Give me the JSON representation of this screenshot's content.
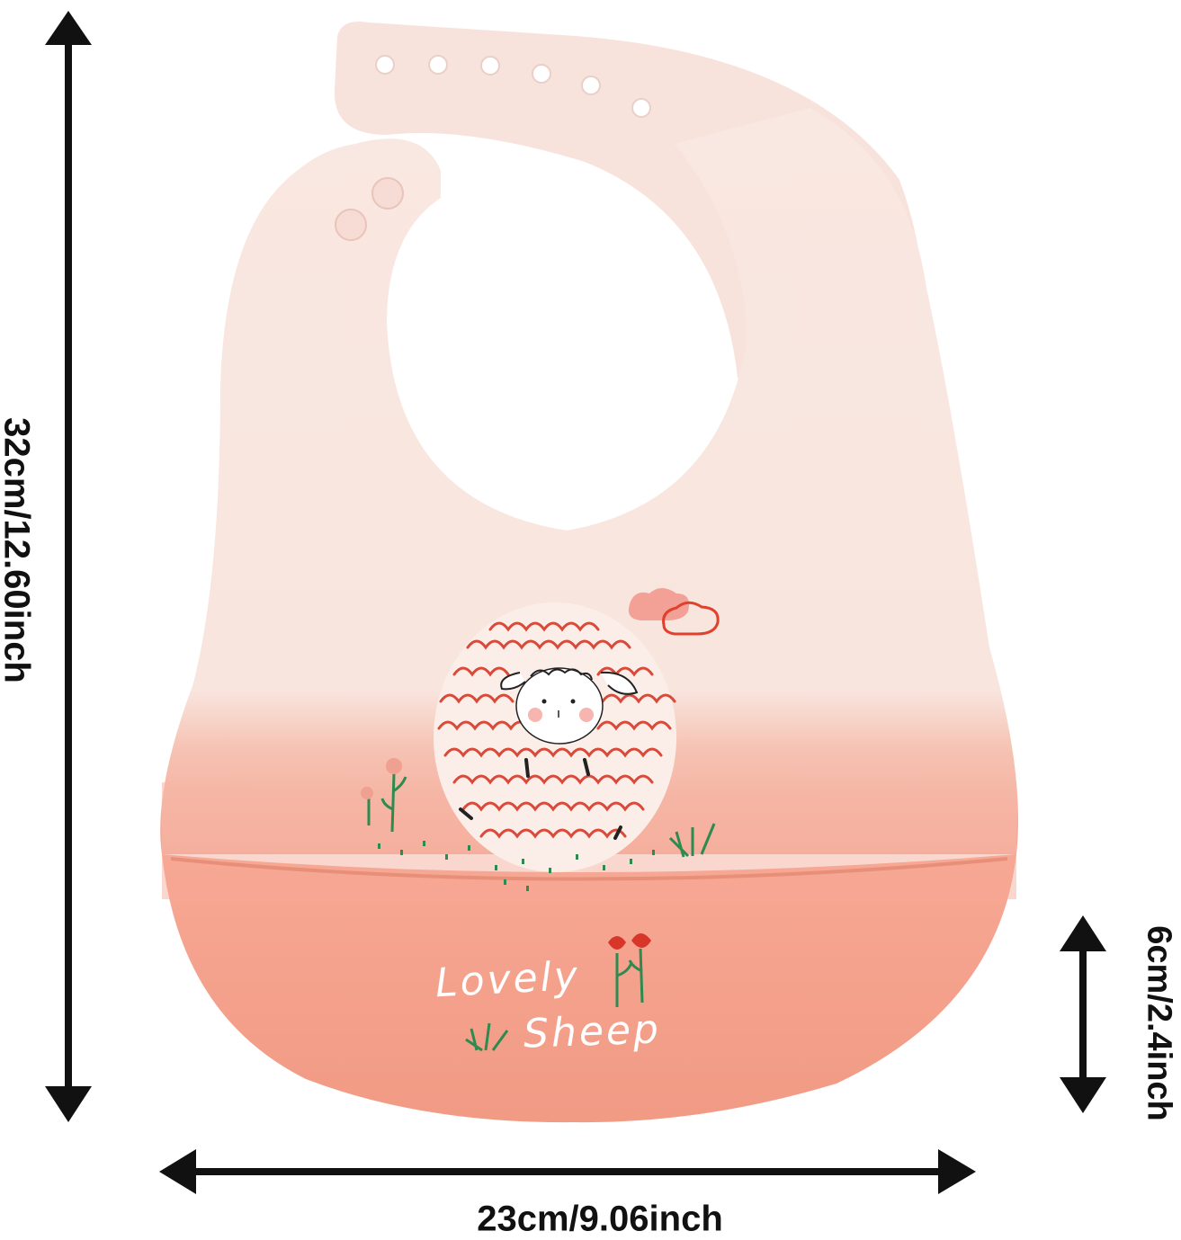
{
  "dimensions": {
    "height": "32cm/12.60inch",
    "pocket": "6cm/2.4inch",
    "width": "23cm/9.06inch"
  },
  "bib": {
    "print_text_line1": "Lovely",
    "print_text_line2": "Sheep",
    "colors": {
      "body": "#f9e6e0",
      "pocket": "#f4a08a",
      "strap": "#f8e3dc",
      "sheep_wool": "#d94a3a",
      "leaves": "#2e8a4e"
    }
  }
}
